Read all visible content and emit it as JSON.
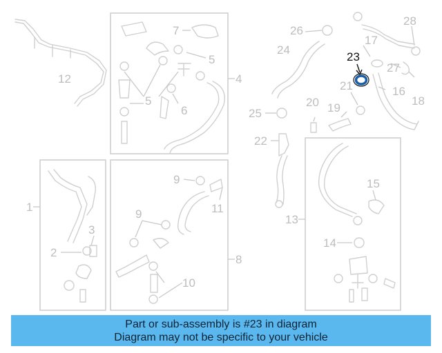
{
  "callouts": {
    "n1": "1",
    "n2": "2",
    "n3": "3",
    "n4": "4",
    "n5a": "5",
    "n5b": "5",
    "n6": "6",
    "n7": "7",
    "n8": "8",
    "n9a": "9",
    "n9b": "9",
    "n10": "10",
    "n11": "11",
    "n12": "12",
    "n13": "13",
    "n14": "14",
    "n15": "15",
    "n16": "16",
    "n17": "17",
    "n18": "18",
    "n19": "19",
    "n20": "20",
    "n21": "21",
    "n22": "22",
    "n23": "23",
    "n24": "24",
    "n25": "25",
    "n26": "26",
    "n27": "27",
    "n28": "28"
  },
  "highlight": {
    "part": "23",
    "color": "#1a5fa8"
  },
  "banner": {
    "line1": "Part or sub-assembly is #23 in diagram",
    "line2": "Diagram may not be specific to your vehicle",
    "color": "#5bb8ef"
  }
}
